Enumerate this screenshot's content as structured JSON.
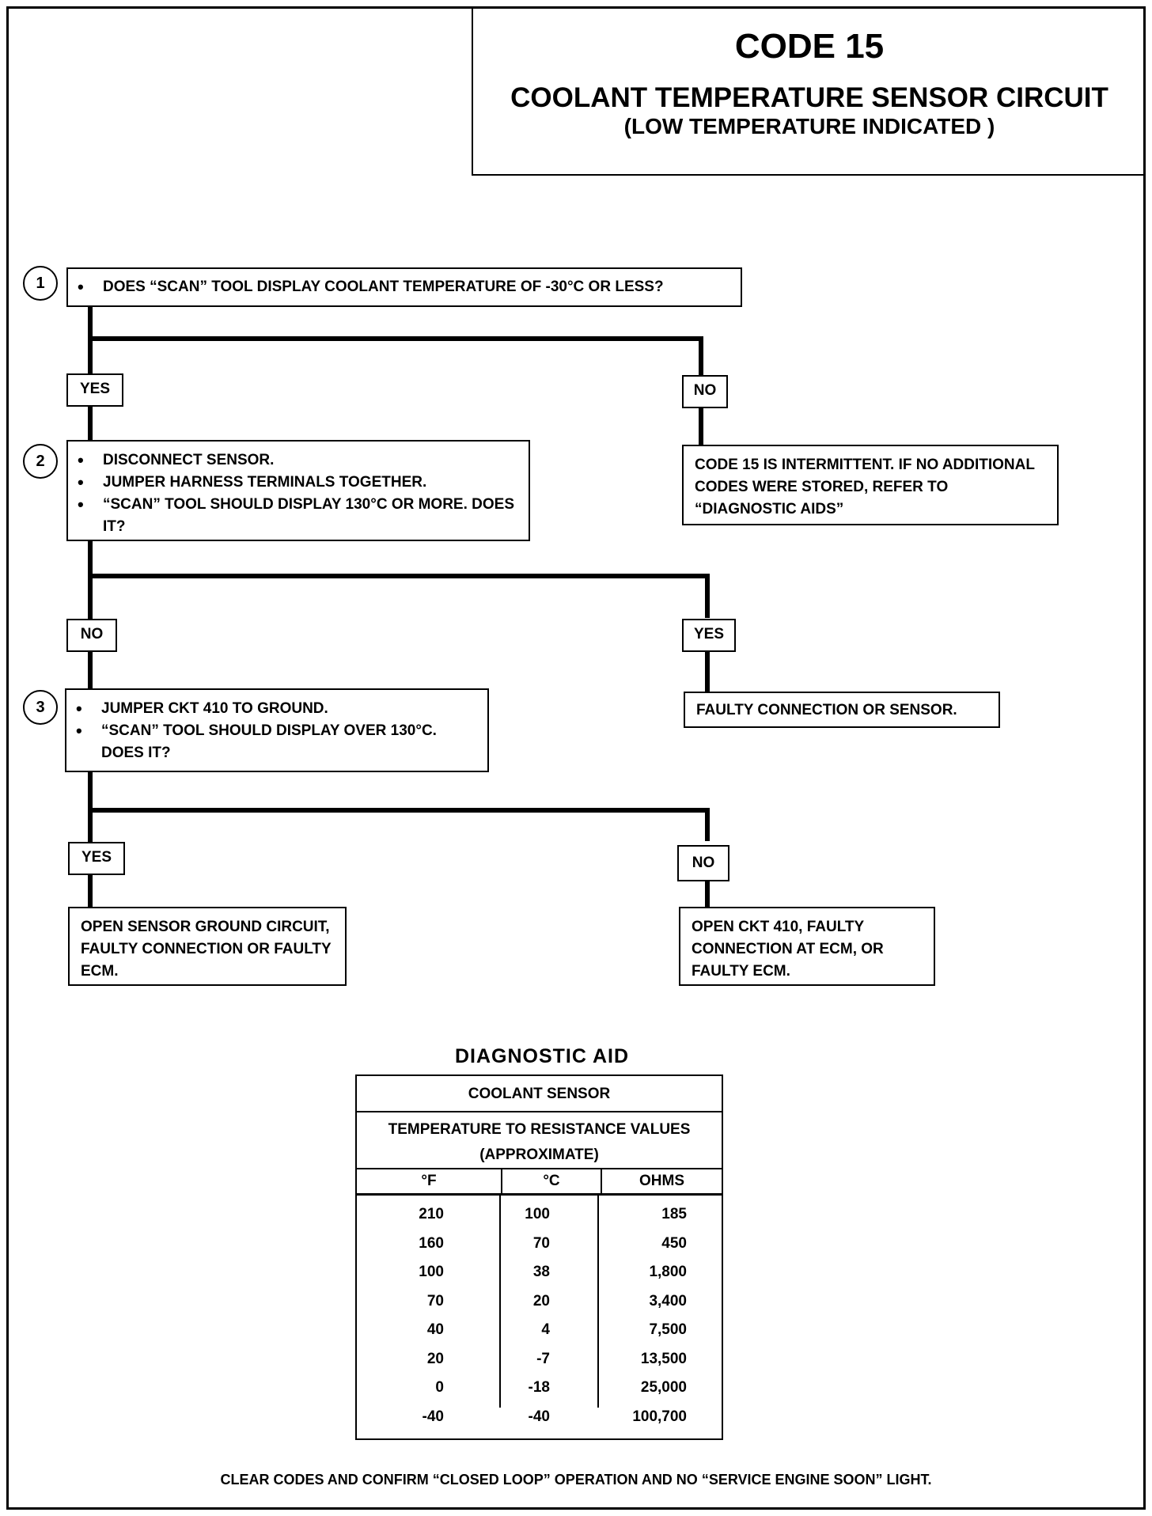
{
  "header": {
    "code": "CODE 15",
    "title": "COOLANT TEMPERATURE SENSOR CIRCUIT",
    "subtitle": "(LOW TEMPERATURE INDICATED )"
  },
  "steps": [
    {
      "number": "1",
      "items": [
        "DOES “SCAN” TOOL DISPLAY COOLANT TEMPERATURE OF -30°C OR LESS?"
      ]
    },
    {
      "number": "2",
      "items": [
        "DISCONNECT SENSOR.",
        "JUMPER HARNESS TERMINALS TOGETHER.",
        "“SCAN” TOOL SHOULD DISPLAY 130°C OR MORE. DOES IT?"
      ]
    },
    {
      "number": "3",
      "items": [
        "JUMPER CKT 410 TO GROUND.",
        "“SCAN” TOOL SHOULD DISPLAY OVER 130°C. DOES IT?"
      ]
    }
  ],
  "branch_labels": {
    "s1_yes": "YES",
    "s1_no": "NO",
    "s2_no": "NO",
    "s2_yes": "YES",
    "s3_yes": "YES",
    "s3_no": "NO"
  },
  "results": {
    "intermittent": "CODE 15 IS INTERMITTENT. IF NO ADDITIONAL CODES WERE STORED, REFER TO “DIAGNOSTIC AIDS”",
    "faulty_connection": "FAULTY CONNECTION OR SENSOR.",
    "open_ground": "OPEN SENSOR GROUND CIRCUIT, FAULTY CONNECTION OR FAULTY ECM.",
    "open_ckt": "OPEN CKT 410, FAULTY CONNECTION AT ECM, OR FAULTY ECM."
  },
  "diagnostic_aid": {
    "title": "DIAGNOSTIC AID",
    "caption1": "COOLANT SENSOR",
    "caption2": "TEMPERATURE TO RESISTANCE VALUES",
    "caption3": "(APPROXIMATE)",
    "columns": [
      "°F",
      "°C",
      "OHMS"
    ],
    "rows": [
      [
        "210",
        "100",
        "185"
      ],
      [
        "160",
        "70",
        "450"
      ],
      [
        "100",
        "38",
        "1,800"
      ],
      [
        "70",
        "20",
        "3,400"
      ],
      [
        "40",
        "4",
        "7,500"
      ],
      [
        "20",
        "-7",
        "13,500"
      ],
      [
        "0",
        "-18",
        "25,000"
      ],
      [
        "-40",
        "-40",
        "100,700"
      ]
    ]
  },
  "footer": "CLEAR CODES AND CONFIRM “CLOSED LOOP” OPERATION AND NO “SERVICE ENGINE SOON” LIGHT."
}
